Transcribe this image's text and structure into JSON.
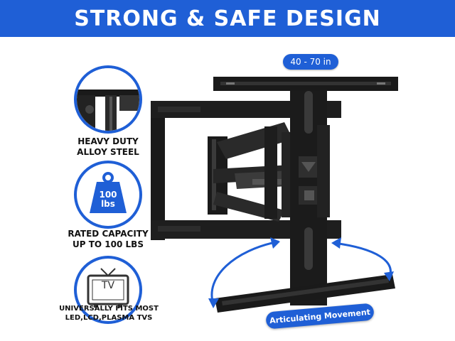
{
  "banner": {
    "title": "STRONG & SAFE DESIGN"
  },
  "features": [
    {
      "label_line1": "HEAVY DUTY",
      "label_line2": "ALLOY STEEL",
      "icon": "steel-arm-closeup"
    },
    {
      "label_line1": "RATED CAPACITY",
      "label_line2": "UP TO 100 LBS",
      "icon": "weight-icon",
      "weight_line1": "100",
      "weight_line2": "lbs"
    },
    {
      "label_line1": "UNIVERSALLY FITS MOST",
      "label_line2": "LED,LCD,PLASMA TVS",
      "icon": "tv-icon",
      "tv_text": "TV"
    }
  ],
  "product": {
    "size_range": "40 - 70 in",
    "movement_label": "Articulating Movement"
  },
  "colors": {
    "brand_blue": "#1f5fd6",
    "steel_black": "#1a1a1a"
  }
}
